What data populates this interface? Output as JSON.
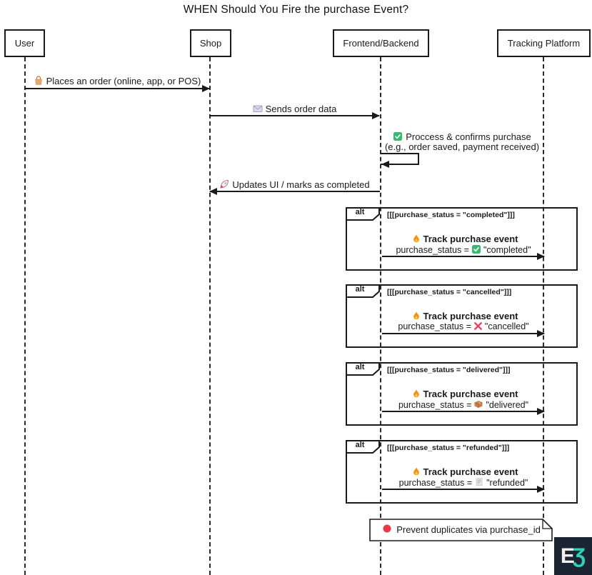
{
  "title": "WHEN Should You Fire the purchase Event?",
  "actors": [
    {
      "label": "User"
    },
    {
      "label": "Shop"
    },
    {
      "label": "Frontend/Backend"
    },
    {
      "label": "Tracking Platform"
    }
  ],
  "messages": {
    "m1": {
      "icon": "shopping-bag",
      "label": "Places an order (online, app, or POS)"
    },
    "m2": {
      "icon": "envelope",
      "label": "Sends order data"
    },
    "m3": {
      "icon": "check",
      "line1": "Proccess & confirms purchase",
      "line2": "(e.g., order saved, payment received)"
    },
    "m4": {
      "icon": "rocket",
      "label": "Updates UI / marks as completed"
    }
  },
  "alts": [
    {
      "keyword": "alt",
      "condition": "[[[purchase_status = \"completed\"]]]",
      "event_icon": "flame",
      "event_title": "Track purchase event",
      "status_prefix": "purchase_status =",
      "status_icon": "check",
      "status_value": "\"completed\""
    },
    {
      "keyword": "alt",
      "condition": "[[[purchase_status = \"cancelled\"]]]",
      "event_icon": "flame",
      "event_title": "Track purchase event",
      "status_prefix": "purchase_status =",
      "status_icon": "cross",
      "status_value": "\"cancelled\""
    },
    {
      "keyword": "alt",
      "condition": "[[[purchase_status = \"delivered\"]]]",
      "event_icon": "flame",
      "event_title": "Track purchase event",
      "status_prefix": "purchase_status =",
      "status_icon": "package",
      "status_value": "\"delivered\""
    },
    {
      "keyword": "alt",
      "condition": "[[[purchase_status = \"refunded\"]]]",
      "event_icon": "flame",
      "event_title": "Track purchase event",
      "status_prefix": "purchase_status =",
      "status_icon": "receipt",
      "status_value": "\"refunded\""
    }
  ],
  "note": {
    "icon": "red-circle",
    "label": "Prevent duplicates via purchase_id"
  },
  "logo": {
    "e": "E",
    "three": "Ʒ"
  },
  "colors": {
    "line": "#1a1a1a",
    "flame_orange": "#f4900c",
    "check_green": "#38b96f",
    "cross_red": "#ea3e5e",
    "note_dot_red": "#ea3943",
    "package_brown": "#c77e48",
    "logo_bg": "#1b2533",
    "logo_teal": "#2fd0b5"
  }
}
